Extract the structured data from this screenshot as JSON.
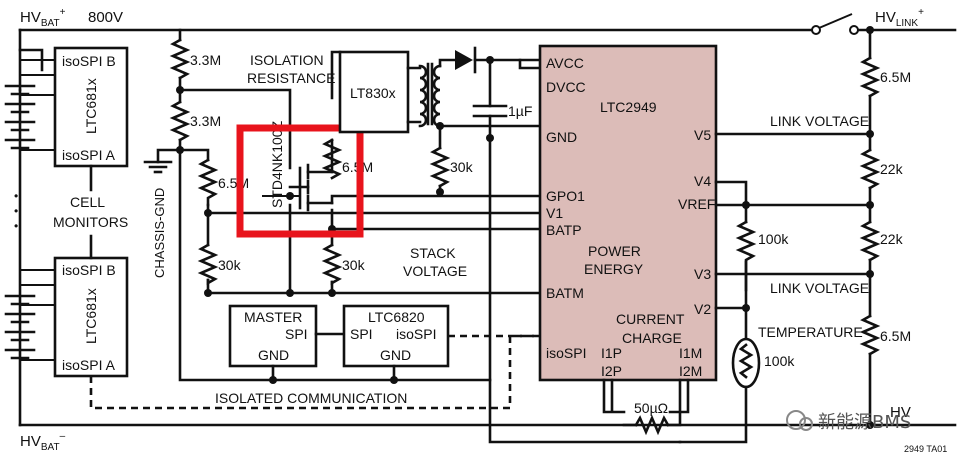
{
  "rails": {
    "hv_bat_plus": "HV",
    "hv_bat_plus_sub": "BAT",
    "hv_bat_plus_sup": "+",
    "voltage": "800V",
    "hv_link_plus": "HV",
    "hv_link_plus_sub": "LINK",
    "hv_link_plus_sup": "+",
    "hv_bat_minus": "HV",
    "hv_bat_minus_sub": "BAT",
    "hv_bat_minus_sup": "–",
    "hv_link_minus": "HV"
  },
  "cell_monitors": {
    "top": {
      "port_b": "isoSPI B",
      "chip": "LTC681x",
      "port_a": "isoSPI A"
    },
    "bottom": {
      "port_b": "isoSPI B",
      "chip": "LTC681x",
      "port_a": "isoSPI A"
    },
    "label_line1": "CELL",
    "label_line2": "MONITORS",
    "ellipsis": "•"
  },
  "isolation": {
    "r1": "3.3M",
    "r2": "3.3M",
    "title_line1": "ISOLATION",
    "title_line2": "RESISTANCE",
    "r_mid": "6.5M",
    "r_div": "30k",
    "chassis": "CHASSIS-GND",
    "mosfet": "STD4NK100Z",
    "r_right": "6.5M",
    "r_right_div": "30k"
  },
  "isolated_supply": {
    "chip": "LT830x",
    "cap": "1µF",
    "r": "30k"
  },
  "ltc2949": {
    "name": "LTC2949",
    "pins_left": [
      "AVCC",
      "DVCC",
      "GND",
      "GPO1",
      "V1",
      "BATP",
      "BATM",
      "isoSPI"
    ],
    "pins_right": [
      "V5",
      "V4",
      "VREF",
      "V3",
      "V2"
    ],
    "bottom_pins": [
      "I1P",
      "I2P",
      "I1M",
      "I2M"
    ],
    "power_line1": "POWER",
    "power_line2": "ENERGY",
    "current_line1": "CURRENT",
    "current_line2": "CHARGE"
  },
  "labels": {
    "stack_line1": "STACK",
    "stack_line2": "VOLTAGE",
    "link_voltage_top": "LINK VOLTAGE",
    "link_voltage_bottom": "LINK VOLTAGE",
    "temperature": "TEMPERATURE",
    "isolated_comm": "ISOLATED COMMUNICATION",
    "shunt": "50µΩ",
    "ntc": "100k",
    "vref_r": "100k"
  },
  "master": {
    "line1": "MASTER",
    "spi": "SPI",
    "gnd": "GND"
  },
  "ltc6820": {
    "name": "LTC6820",
    "spi": "SPI",
    "isospi": "isoSPI",
    "gnd": "GND"
  },
  "link_divider": {
    "r_top": "6.5M",
    "r_mid1": "22k",
    "r_mid2": "22k",
    "r_bot": "6.5M"
  },
  "watermark": "新能源BMS",
  "figure_code": "2949 TA01",
  "colors": {
    "chip_fill": "#dcbcb8",
    "highlight": "#e8141c"
  }
}
